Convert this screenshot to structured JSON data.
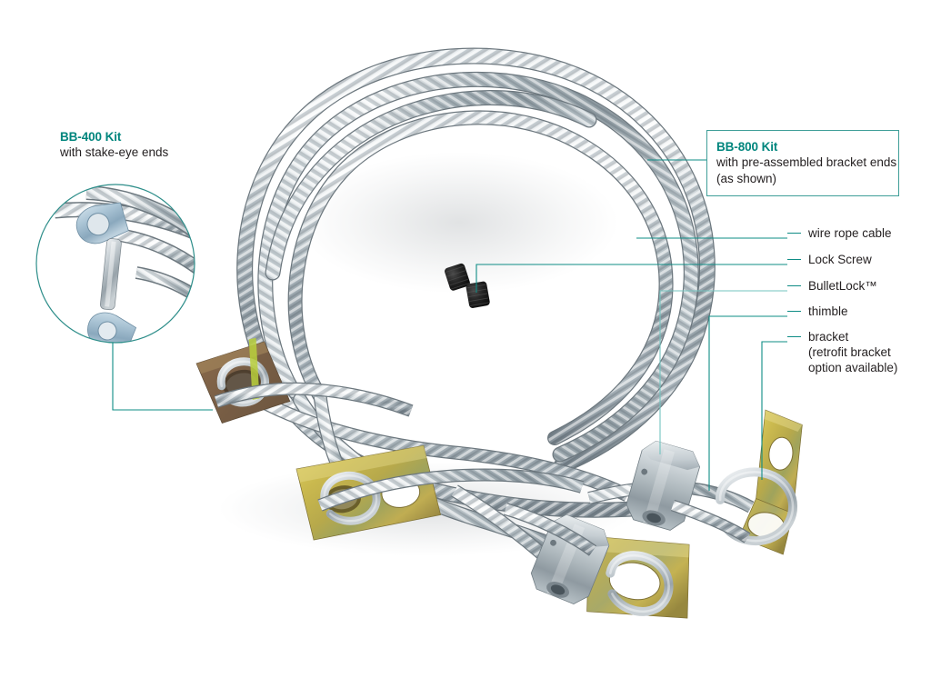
{
  "theme": {
    "accent_teal": "#00857d",
    "line_teal": "#0e8c85",
    "box_border": "#3f9e98",
    "text": "#231f20",
    "background": "#ffffff"
  },
  "kit_labels": [
    {
      "id": "bb-400",
      "title": "BB-400 Kit",
      "subtitle": "with stake-eye ends",
      "boxed": false
    },
    {
      "id": "bb-800",
      "title": "BB-800 Kit",
      "subtitle_line1": "with pre-assembled bracket ends",
      "subtitle_line2": "(as shown)",
      "boxed": true
    }
  ],
  "callouts": [
    {
      "id": "wire-rope-cable",
      "label": "wire rope cable"
    },
    {
      "id": "lock-screw",
      "label": "Lock Screw"
    },
    {
      "id": "bulletlock",
      "label": "BulletLock™"
    },
    {
      "id": "thimble",
      "label": "thimble"
    },
    {
      "id": "bracket",
      "label": "bracket\n(retrofit bracket\noption available)"
    }
  ],
  "inset": {
    "id": "bb-400-detail-circle",
    "depicts": "stake-eye-end-closeup"
  },
  "product": {
    "name": "wire rope cable kit",
    "parts": [
      "wire rope cable",
      "lock screw",
      "BulletLock™",
      "thimble",
      "bracket"
    ]
  }
}
